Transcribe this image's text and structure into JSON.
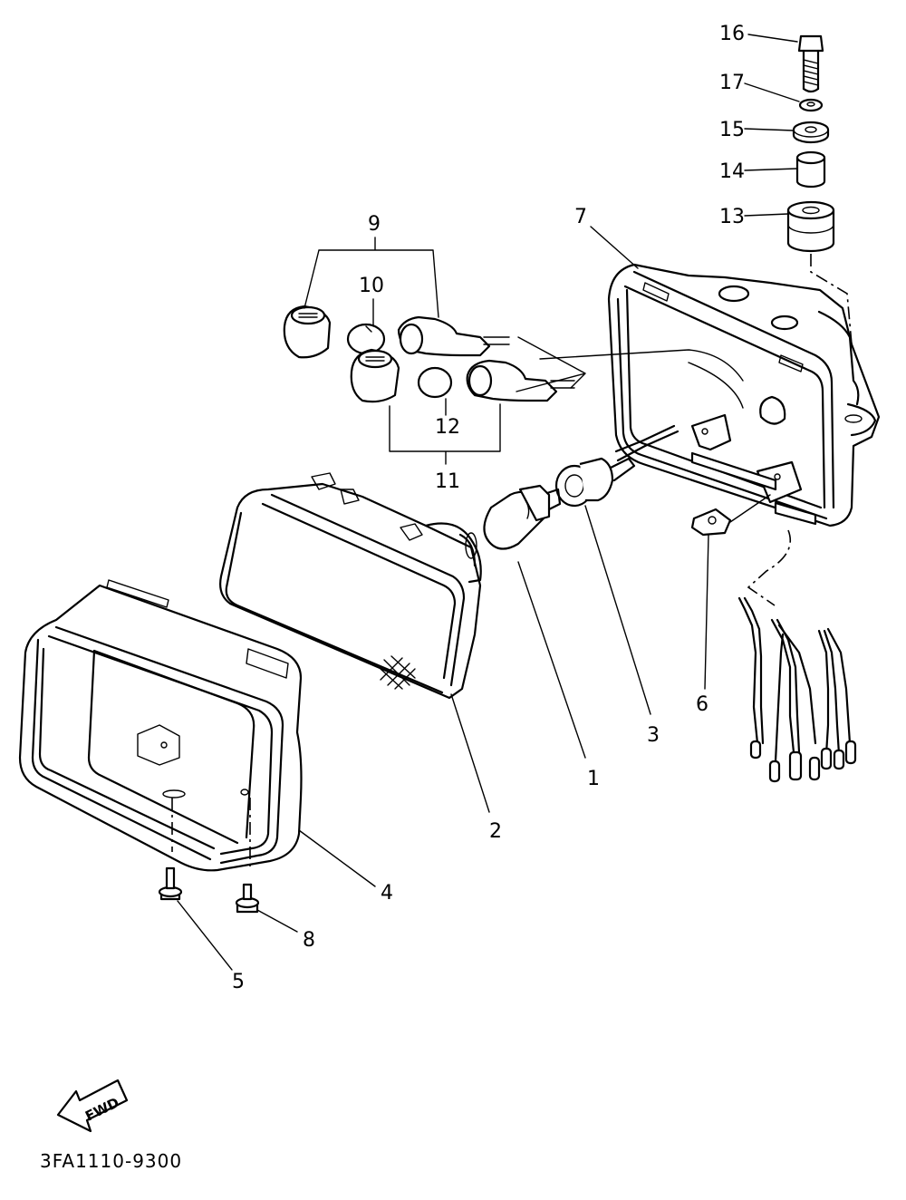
{
  "diagram_code": "3FA1110-9300",
  "fwd_label": "FWD",
  "callouts": {
    "c1": "1",
    "c2": "2",
    "c3": "3",
    "c4": "4",
    "c5": "5",
    "c6": "6",
    "c7": "7",
    "c8": "8",
    "c9": "9",
    "c10": "10",
    "c11": "11",
    "c12": "12",
    "c13": "13",
    "c14": "14",
    "c15": "15",
    "c16": "16",
    "c17": "17"
  }
}
